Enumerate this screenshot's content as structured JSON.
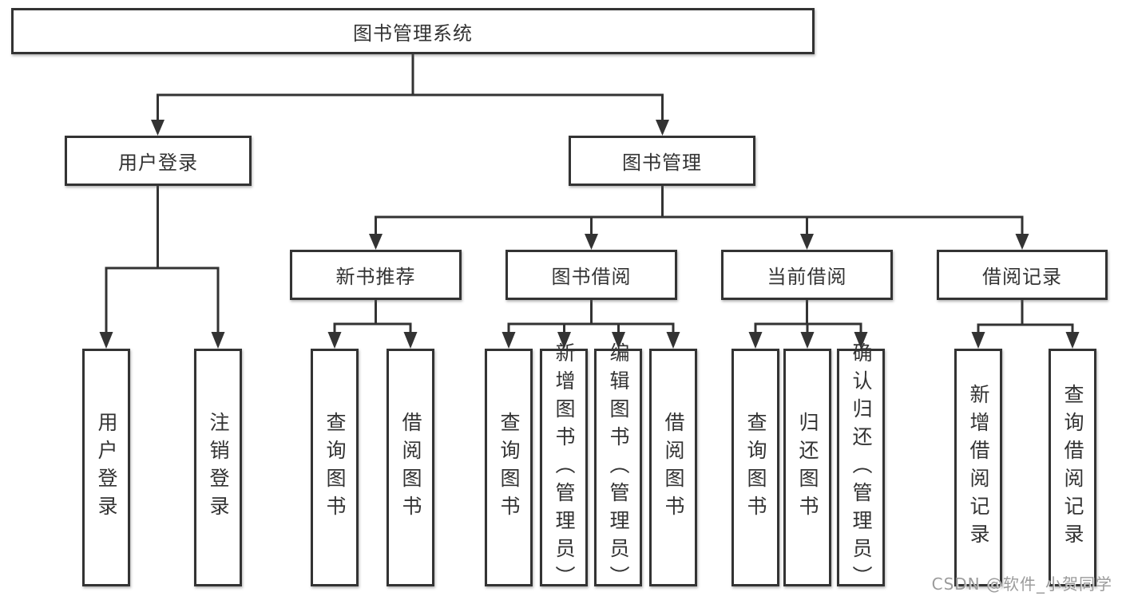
{
  "diagram": {
    "root": "图书管理系统",
    "level2": [
      "用户登录",
      "图书管理"
    ],
    "level3": [
      "新书推荐",
      "图书借阅",
      "当前借阅",
      "借阅记录"
    ],
    "leaves_login": [
      "用户登录",
      "注销登录"
    ],
    "leaves_recommend": [
      "查询图书",
      "借阅图书"
    ],
    "leaves_borrow": [
      "查询图书",
      "新增图书（管理员）",
      "编辑图书（管理员）",
      "借阅图书"
    ],
    "leaves_current": [
      "查询图书",
      "归还图书",
      "确认归还（管理员）"
    ],
    "leaves_records": [
      "新增借阅记录",
      "查询借阅记录"
    ],
    "watermark": "CSDN @软件_小贺同学",
    "colors": {
      "line": "#333333",
      "box_border": "#333333",
      "text": "#333333",
      "watermark": "#9b9b9b",
      "background": "#ffffff"
    }
  }
}
